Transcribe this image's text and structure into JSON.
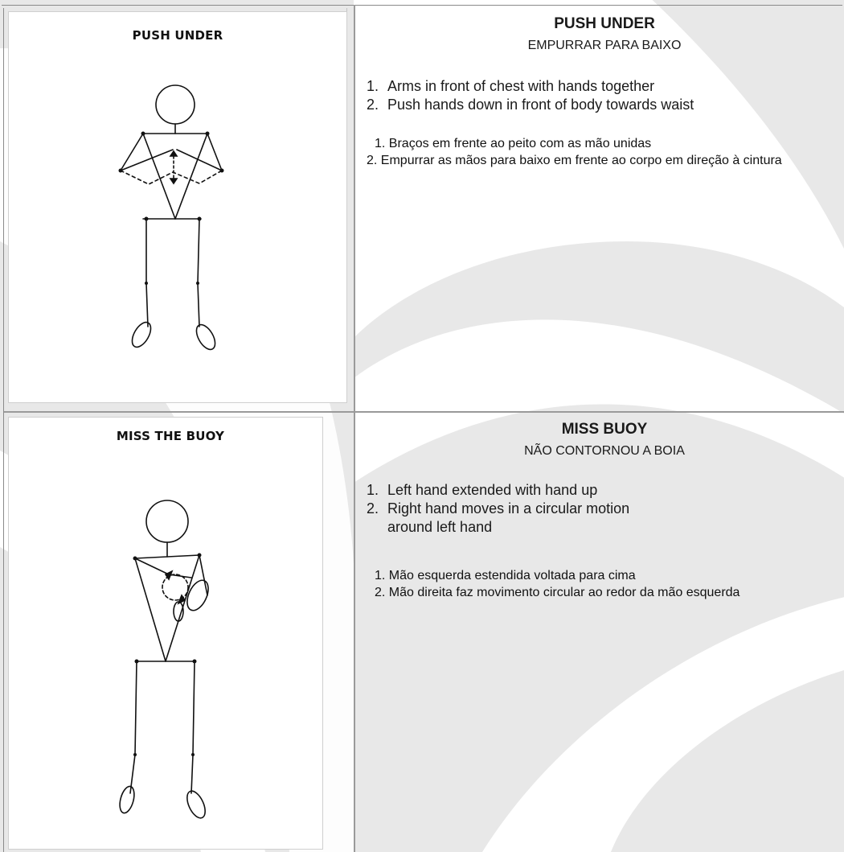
{
  "rows": [
    {
      "card_title": "PUSH UNDER",
      "title": "PUSH UNDER",
      "subtitle": "EMPURRAR PARA BAIXO",
      "steps_en": [
        {
          "num": "1.",
          "text": "Arms in front of chest with hands together"
        },
        {
          "num": "2.",
          "text": "Push hands down in front of body towards waist"
        }
      ],
      "steps_pt": [
        "1. Braços em frente ao peito com as mão unidas",
        "2. Empurrar as mãos para baixo em frente ao corpo em direção à cintura"
      ]
    },
    {
      "card_title": "MISS THE BUOY",
      "title": "MISS BUOY",
      "subtitle": "NÃO CONTORNOU A BOIA",
      "steps_en": [
        {
          "num": "1.",
          "text": "Left hand extended with hand up"
        },
        {
          "num": "2.",
          "text": "Right hand moves in a circular motion around left hand"
        }
      ],
      "steps_pt": [
        "1. Mão esquerda estendida voltada para cima",
        "2. Mão direita faz movimento circular ao redor da mão esquerda"
      ]
    }
  ],
  "colors": {
    "background": "#e8e8e8",
    "watermark_band": "#ffffff",
    "rule": "#9a9a9a",
    "ink": "#111111"
  },
  "icons": {
    "figure_1": "push-under-stick-figure",
    "figure_2": "miss-the-buoy-stick-figure",
    "watermark": "curved-band-watermark"
  }
}
